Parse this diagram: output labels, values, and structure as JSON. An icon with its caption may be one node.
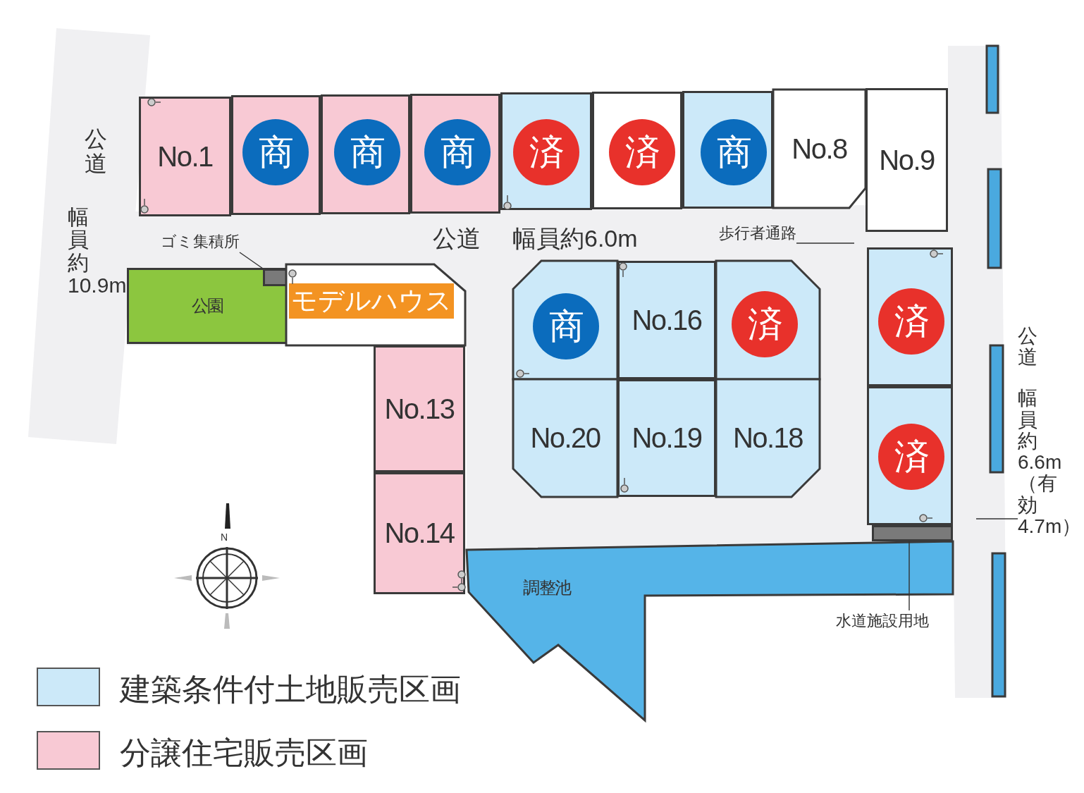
{
  "diagram": {
    "nodes": [
      {
        "text": [
          "No.1"
        ]
      },
      {
        "text": [],
        "shape": "box"
      },
      {
        "text": [
          "商"
        ],
        "in": 1
      },
      {
        "text": [],
        "shape": "box"
      },
      {
        "text": [
          "商"
        ],
        "in": 3
      },
      {
        "text": [],
        "shape": "box"
      },
      {
        "text": [
          "商"
        ],
        "in": 5
      },
      {
        "text": [],
        "shape": "box"
      },
      {
        "text": [
          "済"
        ],
        "in": 7
      },
      {
        "text": [],
        "shape": "box"
      },
      {
        "text": [
          "済"
        ],
        "in": 9
      },
      {
        "text": [],
        "shape": "box"
      },
      {
        "text": [
          "商"
        ],
        "in": 11
      },
      {
        "text": [
          "No.8"
        ]
      },
      {
        "text": [
          "No.9"
        ]
      },
      {
        "text": [
          "ゴミ集積所"
        ]
      },
      {
        "text": [],
        "shape": "box",
        "in": 17
      },
      {
        "text": [
          "公園"
        ]
      },
      {
        "text": [
          "モデルハウス"
        ]
      },
      {
        "text": [],
        "shape": "box"
      },
      {
        "text": [
          "商"
        ],
        "in": 19
      },
      {
        "text": [
          "No.16"
        ]
      },
      {
        "text": [],
        "shape": "box"
      },
      {
        "text": [
          "済"
        ],
        "in": 22
      },
      {
        "text": [],
        "shape": "box"
      },
      {
        "text": [
          "済"
        ],
        "in": 24
      },
      {
        "text": [
          "No.13"
        ]
      },
      {
        "text": [
          "No.20"
        ]
      },
      {
        "text": [
          "No.19"
        ]
      },
      {
        "text": [
          "No.18"
        ]
      },
      {
        "text": [],
        "shape": "box"
      },
      {
        "text": [
          "済"
        ],
        "in": 30
      },
      {
        "text": [
          "No.14"
        ]
      },
      {
        "text": [
          "調整池"
        ]
      },
      {
        "text": [
          "歩行者通路"
        ]
      },
      {
        "text": [
          "水道施設用地"
        ]
      },
      {
        "text": [],
        "shape": "box"
      },
      {
        "text": [
          "公道",
          "幅員約6.6m（有効4.7m）"
        ]
      }
    ],
    "edges": [
      {
        "from": 15,
        "to": 16,
        "arrow": "none"
      },
      {
        "from": 34,
        "to": null,
        "arrow": "none"
      },
      {
        "from": 35,
        "to": 36,
        "arrow": "none"
      },
      {
        "from": 37,
        "to": null,
        "arrow": "none"
      }
    ],
    "labels": [
      "公道",
      "幅員約10.9m",
      "公道",
      "幅員約6.0m",
      "N"
    ],
    "legend": [
      {
        "text": "建築条件付土地販売区画",
        "color": "#cce9f9"
      },
      {
        "text": "分譲住宅販売区画",
        "color": "#f8c9d4"
      }
    ]
  }
}
